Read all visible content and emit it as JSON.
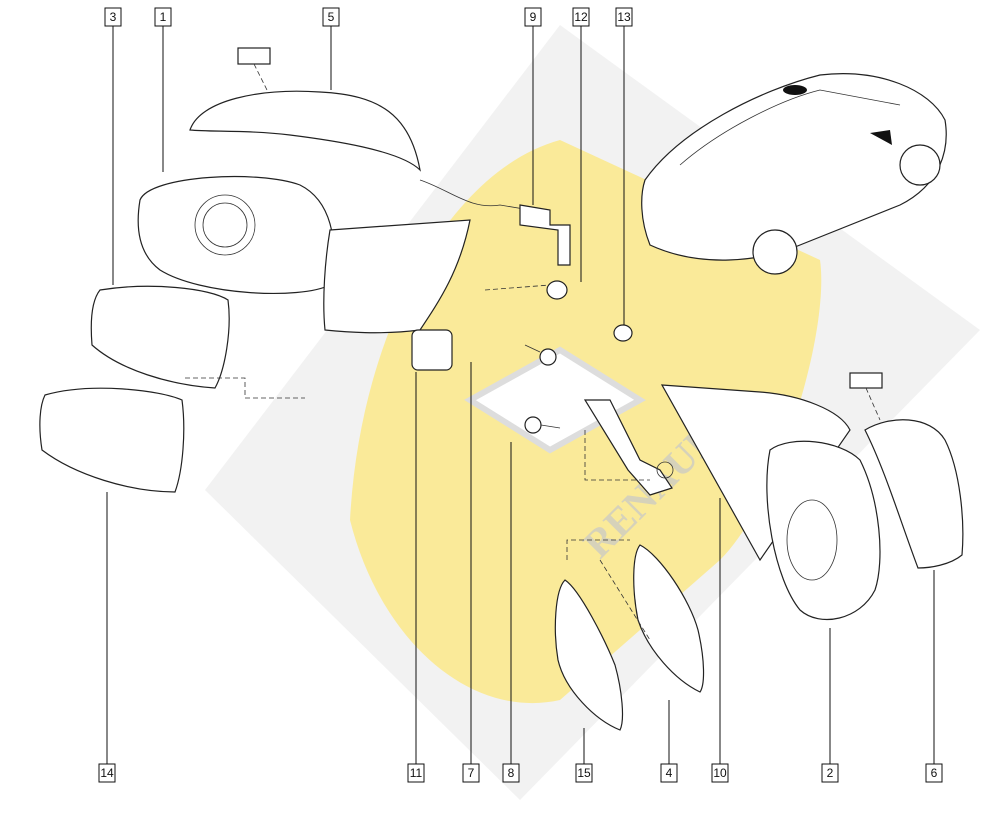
{
  "diagram": {
    "title": "Exterior mirror exploded parts view",
    "watermark": "RENAULT",
    "colors": {
      "watermark_yellow": "#fbe98a",
      "watermark_grey": "#e6e6e6",
      "line": "#222222"
    },
    "callouts_top": [
      "3",
      "1",
      "5",
      "9",
      "12",
      "13"
    ],
    "callouts_bottom": [
      "14",
      "11",
      "7",
      "8",
      "15",
      "4",
      "10",
      "2",
      "6"
    ]
  }
}
